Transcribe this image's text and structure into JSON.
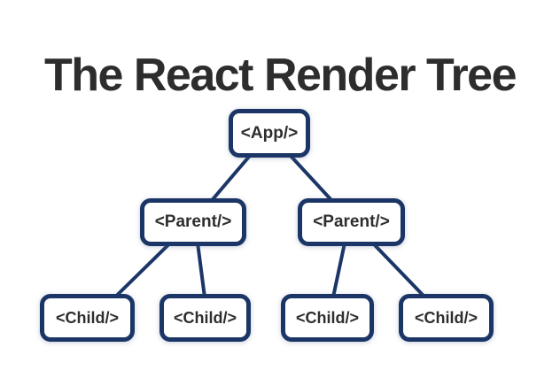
{
  "title": "The React Render Tree",
  "colors": {
    "accent_navy": "#1b3666",
    "title_text": "#2d2d2d",
    "node_text": "#2e2e2e",
    "node_background": "#ffffff",
    "page_background": "#ffffff"
  },
  "diagram": {
    "type": "tree",
    "nodes": {
      "app": {
        "label": "<App/>",
        "level": 0
      },
      "parent_left": {
        "label": "<Parent/>",
        "level": 1
      },
      "parent_right": {
        "label": "<Parent/>",
        "level": 1
      },
      "child_1": {
        "label": "<Child/>",
        "level": 2
      },
      "child_2": {
        "label": "<Child/>",
        "level": 2
      },
      "child_3": {
        "label": "<Child/>",
        "level": 2
      },
      "child_4": {
        "label": "<Child/>",
        "level": 2
      }
    },
    "edges": [
      [
        "app",
        "parent_left"
      ],
      [
        "app",
        "parent_right"
      ],
      [
        "parent_left",
        "child_1"
      ],
      [
        "parent_left",
        "child_2"
      ],
      [
        "parent_right",
        "child_3"
      ],
      [
        "parent_right",
        "child_4"
      ]
    ]
  }
}
